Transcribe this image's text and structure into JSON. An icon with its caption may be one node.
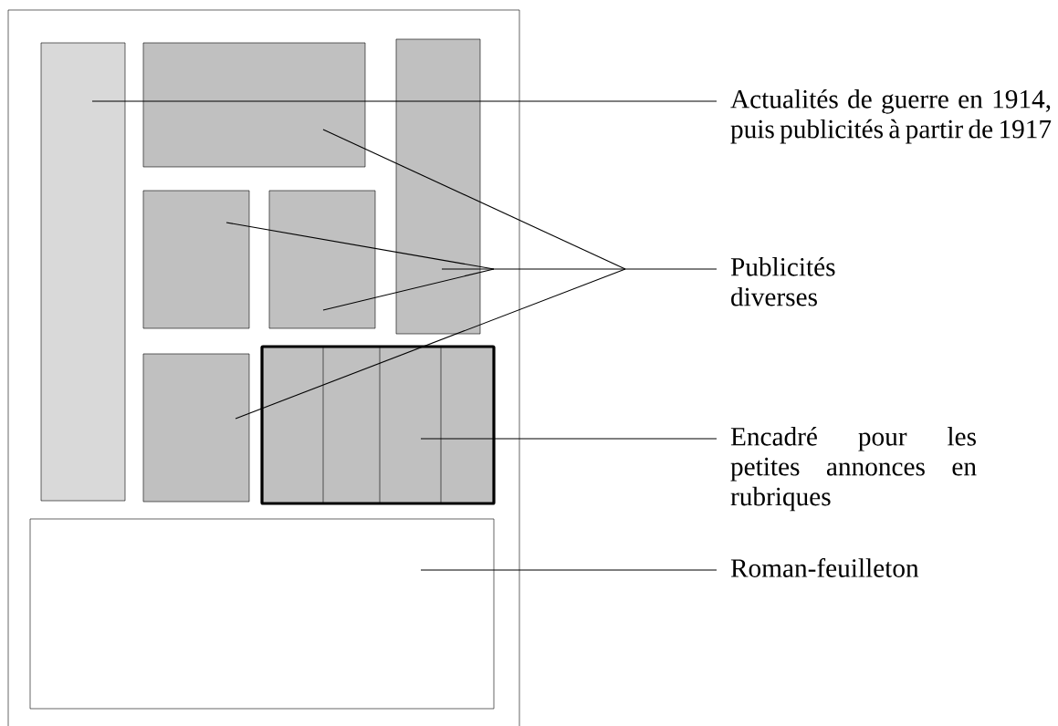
{
  "diagram": {
    "nodes": [
      {
        "text": [],
        "shape": "box"
      },
      {
        "text": [],
        "shape": "box",
        "in": 0
      },
      {
        "text": [],
        "shape": "box",
        "in": 0
      },
      {
        "text": [],
        "shape": "box",
        "in": 0
      },
      {
        "text": [],
        "shape": "box",
        "in": 0
      },
      {
        "text": [],
        "shape": "box",
        "in": 0
      },
      {
        "text": [],
        "shape": "box",
        "in": 0
      },
      {
        "text": [],
        "shape": "box",
        "in": 0
      },
      {
        "text": [],
        "shape": "box",
        "in": 0
      },
      {
        "text": [
          "Actualités de guerre en 1914, puis publicités à partir de 1917"
        ]
      },
      {
        "text": [
          "Publicités diverses"
        ]
      },
      {
        "text": [
          "Encadré pour les petites annonces en rubriques"
        ]
      },
      {
        "text": [
          "Roman-feuilleton"
        ]
      }
    ],
    "edges": [
      {
        "from": 9,
        "to": 1,
        "arrow": "none"
      },
      {
        "from": 10,
        "to": 2,
        "arrow": "none"
      },
      {
        "from": 10,
        "to": 3,
        "arrow": "none"
      },
      {
        "from": 10,
        "to": 4,
        "arrow": "none"
      },
      {
        "from": 10,
        "to": 5,
        "arrow": "none"
      },
      {
        "from": 10,
        "to": 6,
        "arrow": "none"
      },
      {
        "from": 11,
        "to": 7,
        "arrow": "none"
      },
      {
        "from": 12,
        "to": 8,
        "arrow": "none"
      }
    ]
  }
}
